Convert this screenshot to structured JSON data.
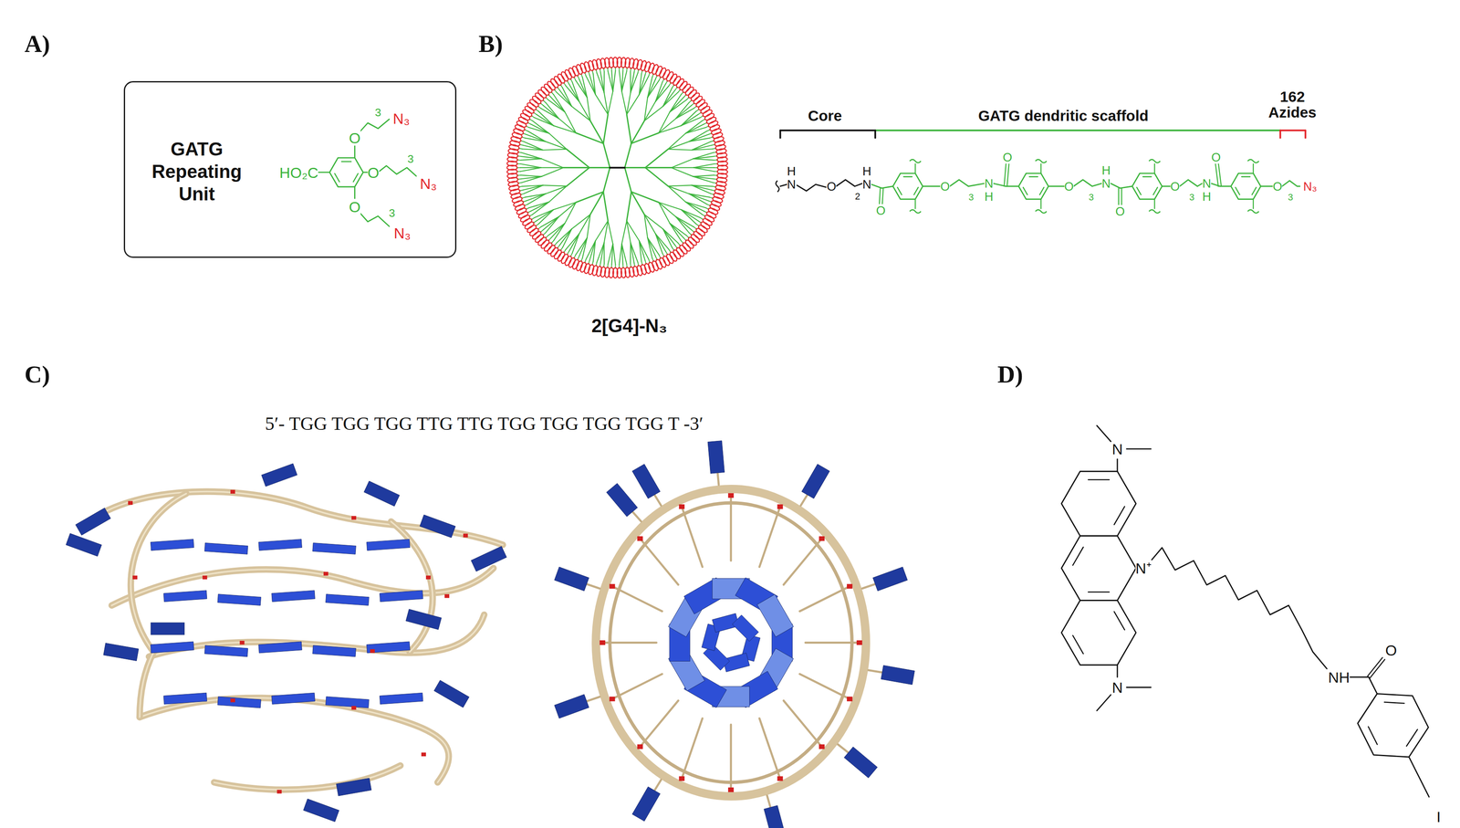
{
  "diagram": {
    "nodes": [
      {
        "text": [
          "GATG Repeating Unit"
        ]
      }
    ],
    "labels": [
      "A)",
      "B)",
      "C)",
      "D)",
      "HO₂C",
      "O",
      "3",
      "N₃",
      "O",
      "3",
      "N₃",
      "O",
      "3",
      "N₃",
      "2[G4]-N₃",
      "Core",
      "GATG dendritic scaffold",
      "162 Azides",
      "H",
      "N",
      "O",
      "2",
      "H",
      "N",
      "O",
      "O",
      "3",
      "N",
      "H",
      "O",
      "O",
      "3",
      "H",
      "N",
      "O",
      "O",
      "3",
      "N",
      "H",
      "O",
      "O",
      "3",
      "N₃",
      "5′- TGG TGG TGG TTG TTG TGG TGG TGG TGG T -3′",
      "N",
      "N⁺",
      "N",
      "NH",
      "O",
      "I"
    ]
  }
}
